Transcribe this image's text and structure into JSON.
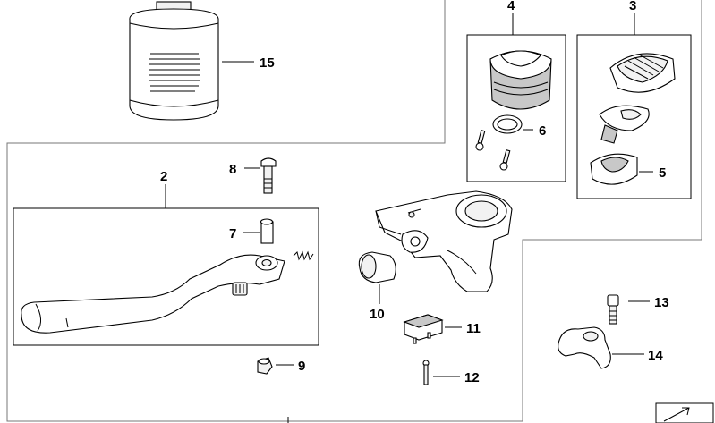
{
  "labels": {
    "p2": "2",
    "p3": "3",
    "p4": "4",
    "p5": "5",
    "p6": "6",
    "p7": "7",
    "p8": "8",
    "p9": "9",
    "p10": "10",
    "p11": "11",
    "p12": "12",
    "p13": "13",
    "p14": "14",
    "p15": "15"
  },
  "colors": {
    "outline": "#000000",
    "frame": "#777777",
    "shade_light": "#f2f2f2",
    "shade_dark": "#c8c8c8"
  }
}
